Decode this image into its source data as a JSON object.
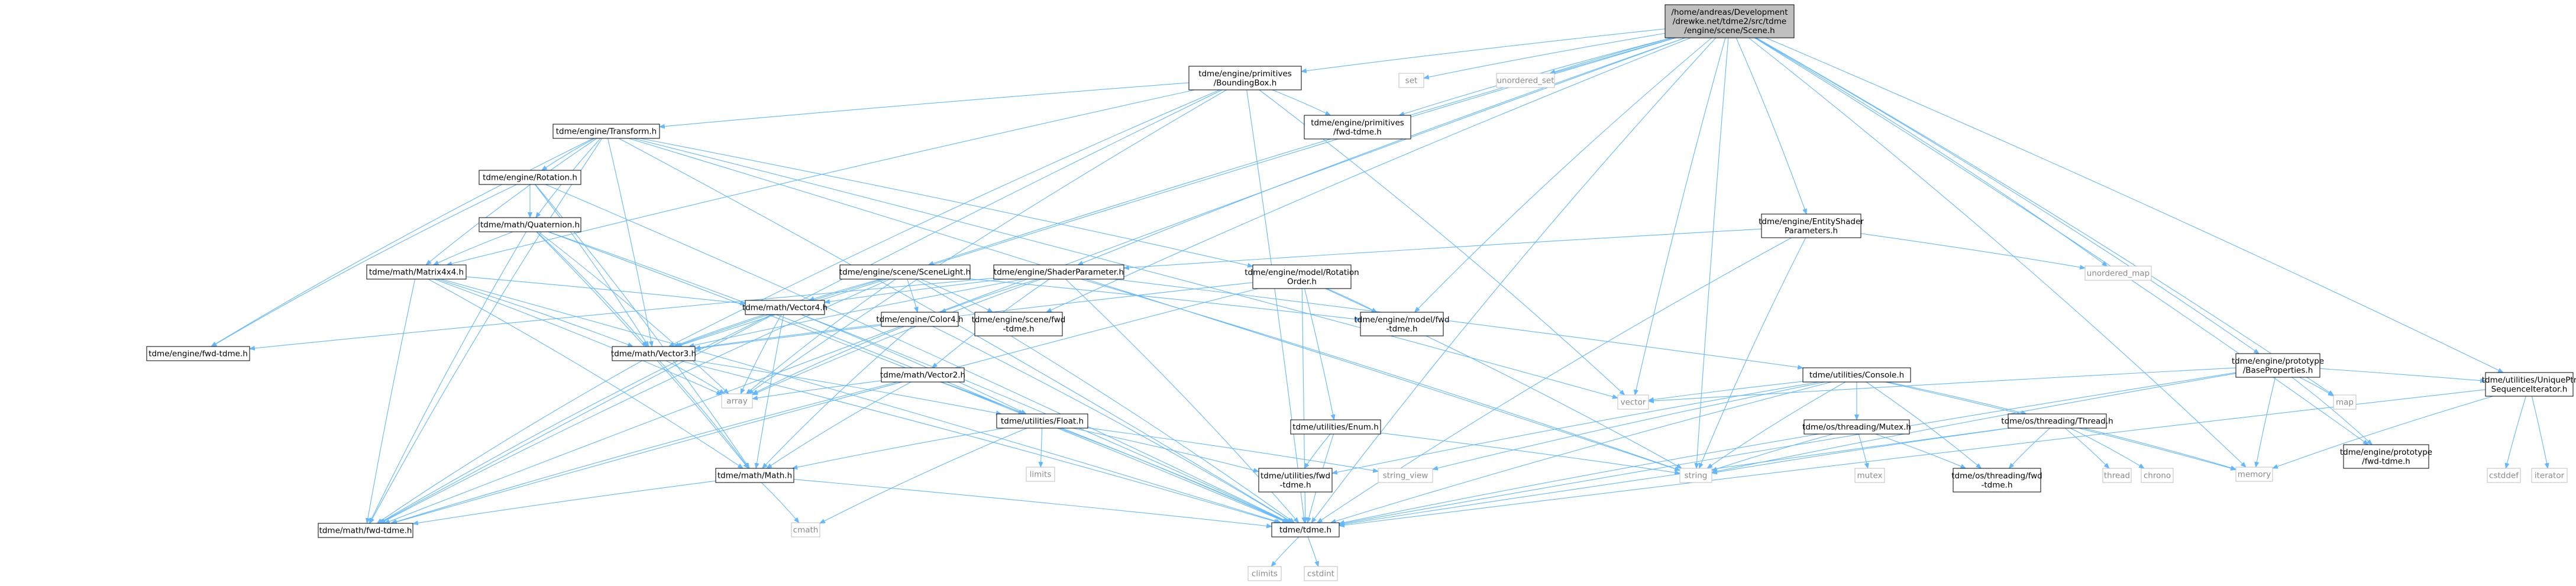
{
  "graph": {
    "nodes": [
      {
        "id": "scene",
        "kind": "root",
        "lines": [
          "/home/andreas/Development",
          "/drewke.net/tdme2/src/tdme",
          "/engine/scene/Scene.h"
        ]
      },
      {
        "id": "bbox",
        "kind": "file",
        "lines": [
          "tdme/engine/primitives",
          "/BoundingBox.h"
        ]
      },
      {
        "id": "set",
        "kind": "ext",
        "lines": [
          "set"
        ]
      },
      {
        "id": "uset",
        "kind": "ext",
        "lines": [
          "unordered_set"
        ]
      },
      {
        "id": "transform",
        "kind": "file",
        "lines": [
          "tdme/engine/Transform.h"
        ]
      },
      {
        "id": "primfwd",
        "kind": "file",
        "lines": [
          "tdme/engine/primitives",
          "/fwd-tdme.h"
        ]
      },
      {
        "id": "rotation",
        "kind": "file",
        "lines": [
          "tdme/engine/Rotation.h"
        ]
      },
      {
        "id": "quaternion",
        "kind": "file",
        "lines": [
          "tdme/math/Quaternion.h"
        ]
      },
      {
        "id": "matrix",
        "kind": "file",
        "lines": [
          "tdme/math/Matrix4x4.h"
        ]
      },
      {
        "id": "scenelight",
        "kind": "file",
        "lines": [
          "tdme/engine/scene/SceneLight.h"
        ]
      },
      {
        "id": "shaderparam",
        "kind": "file",
        "lines": [
          "tdme/engine/ShaderParameter.h"
        ]
      },
      {
        "id": "entityshader",
        "kind": "file",
        "lines": [
          "tdme/engine/EntityShader",
          "Parameters.h"
        ]
      },
      {
        "id": "umap",
        "kind": "ext",
        "lines": [
          "unordered_map"
        ]
      },
      {
        "id": "vector4",
        "kind": "file",
        "lines": [
          "tdme/math/Vector4.h"
        ]
      },
      {
        "id": "color4",
        "kind": "file",
        "lines": [
          "tdme/engine/Color4.h"
        ]
      },
      {
        "id": "scenefwd",
        "kind": "file",
        "lines": [
          "tdme/engine/scene/fwd",
          "-tdme.h"
        ]
      },
      {
        "id": "rotorder",
        "kind": "file",
        "lines": [
          "tdme/engine/model/Rotation",
          "Order.h"
        ]
      },
      {
        "id": "modelfwd",
        "kind": "file",
        "lines": [
          "tdme/engine/model/fwd",
          "-tdme.h"
        ]
      },
      {
        "id": "engfwd",
        "kind": "file",
        "lines": [
          "tdme/engine/fwd-tdme.h"
        ]
      },
      {
        "id": "vector3",
        "kind": "file",
        "lines": [
          "tdme/math/Vector3.h"
        ]
      },
      {
        "id": "vector2",
        "kind": "file",
        "lines": [
          "tdme/math/Vector2.h"
        ]
      },
      {
        "id": "console",
        "kind": "file",
        "lines": [
          "tdme/utilities/Console.h"
        ]
      },
      {
        "id": "baseprops",
        "kind": "file",
        "lines": [
          "tdme/engine/prototype",
          "/BaseProperties.h"
        ]
      },
      {
        "id": "uniqueptr",
        "kind": "file",
        "lines": [
          "tdme/utilities/UniquePtr",
          "SequenceIterator.h"
        ]
      },
      {
        "id": "array",
        "kind": "ext",
        "lines": [
          "array"
        ]
      },
      {
        "id": "float",
        "kind": "file",
        "lines": [
          "tdme/utilities/Float.h"
        ]
      },
      {
        "id": "enum",
        "kind": "file",
        "lines": [
          "tdme/utilities/Enum.h"
        ]
      },
      {
        "id": "vectorstd",
        "kind": "ext",
        "lines": [
          "vector"
        ]
      },
      {
        "id": "mutex_h",
        "kind": "file",
        "lines": [
          "tdme/os/threading/Mutex.h"
        ]
      },
      {
        "id": "thread_h",
        "kind": "file",
        "lines": [
          "tdme/os/threading/Thread.h"
        ]
      },
      {
        "id": "map",
        "kind": "ext",
        "lines": [
          "map"
        ]
      },
      {
        "id": "protofwd",
        "kind": "file",
        "lines": [
          "tdme/engine/prototype",
          "/fwd-tdme.h"
        ]
      },
      {
        "id": "math",
        "kind": "file",
        "lines": [
          "tdme/math/Math.h"
        ]
      },
      {
        "id": "limits",
        "kind": "ext",
        "lines": [
          "limits"
        ]
      },
      {
        "id": "string_view",
        "kind": "ext",
        "lines": [
          "string_view"
        ]
      },
      {
        "id": "utilfwd",
        "kind": "file",
        "lines": [
          "tdme/utilities/fwd",
          "-tdme.h"
        ]
      },
      {
        "id": "string",
        "kind": "ext",
        "lines": [
          "string"
        ]
      },
      {
        "id": "mutex",
        "kind": "ext",
        "lines": [
          "mutex"
        ]
      },
      {
        "id": "threadfwd",
        "kind": "file",
        "lines": [
          "tdme/os/threading/fwd",
          "-tdme.h"
        ]
      },
      {
        "id": "thread",
        "kind": "ext",
        "lines": [
          "thread"
        ]
      },
      {
        "id": "chrono",
        "kind": "ext",
        "lines": [
          "chrono"
        ]
      },
      {
        "id": "memory",
        "kind": "ext",
        "lines": [
          "memory"
        ]
      },
      {
        "id": "cstddef",
        "kind": "ext",
        "lines": [
          "cstddef"
        ]
      },
      {
        "id": "iterator",
        "kind": "ext",
        "lines": [
          "iterator"
        ]
      },
      {
        "id": "mathfwd",
        "kind": "file",
        "lines": [
          "tdme/math/fwd-tdme.h"
        ]
      },
      {
        "id": "cmath",
        "kind": "ext",
        "lines": [
          "cmath"
        ]
      },
      {
        "id": "tdme",
        "kind": "file",
        "lines": [
          "tdme/tdme.h"
        ]
      },
      {
        "id": "climits",
        "kind": "ext",
        "lines": [
          "climits"
        ]
      },
      {
        "id": "cstdint",
        "kind": "ext",
        "lines": [
          "cstdint"
        ]
      }
    ],
    "edges": [
      [
        "scene",
        "bbox"
      ],
      [
        "scene",
        "set"
      ],
      [
        "scene",
        "uset"
      ],
      [
        "scene",
        "primfwd"
      ],
      [
        "scene",
        "scenelight"
      ],
      [
        "scene",
        "shaderparam"
      ],
      [
        "scene",
        "entityshader"
      ],
      [
        "scene",
        "umap"
      ],
      [
        "scene",
        "scenefwd"
      ],
      [
        "scene",
        "modelfwd"
      ],
      [
        "scene",
        "vector3"
      ],
      [
        "scene",
        "vectorstd"
      ],
      [
        "scene",
        "string"
      ],
      [
        "scene",
        "baseprops"
      ],
      [
        "scene",
        "uniqueptr"
      ],
      [
        "scene",
        "map"
      ],
      [
        "scene",
        "protofwd"
      ],
      [
        "scene",
        "memory"
      ],
      [
        "scene",
        "tdme"
      ],
      [
        "scene",
        "mathfwd"
      ],
      [
        "bbox",
        "transform"
      ],
      [
        "bbox",
        "primfwd"
      ],
      [
        "bbox",
        "matrix"
      ],
      [
        "bbox",
        "vector3"
      ],
      [
        "bbox",
        "vectorstd"
      ],
      [
        "bbox",
        "tdme"
      ],
      [
        "bbox",
        "mathfwd"
      ],
      [
        "bbox",
        "array"
      ],
      [
        "transform",
        "rotation"
      ],
      [
        "transform",
        "quaternion"
      ],
      [
        "transform",
        "matrix"
      ],
      [
        "transform",
        "vector3"
      ],
      [
        "transform",
        "rotorder"
      ],
      [
        "transform",
        "engfwd"
      ],
      [
        "transform",
        "vectorstd"
      ],
      [
        "transform",
        "string"
      ],
      [
        "transform",
        "tdme"
      ],
      [
        "transform",
        "mathfwd"
      ],
      [
        "rotation",
        "quaternion"
      ],
      [
        "rotation",
        "vector3"
      ],
      [
        "rotation",
        "engfwd"
      ],
      [
        "rotation",
        "math"
      ],
      [
        "rotation",
        "tdme"
      ],
      [
        "quaternion",
        "matrix"
      ],
      [
        "quaternion",
        "vector3"
      ],
      [
        "quaternion",
        "array"
      ],
      [
        "quaternion",
        "math"
      ],
      [
        "quaternion",
        "float"
      ],
      [
        "quaternion",
        "tdme"
      ],
      [
        "quaternion",
        "mathfwd"
      ],
      [
        "matrix",
        "vector3"
      ],
      [
        "matrix",
        "vector4"
      ],
      [
        "matrix",
        "array"
      ],
      [
        "matrix",
        "math"
      ],
      [
        "matrix",
        "tdme"
      ],
      [
        "matrix",
        "mathfwd"
      ],
      [
        "scenelight",
        "color4"
      ],
      [
        "scenelight",
        "vector3"
      ],
      [
        "scenelight",
        "vector4"
      ],
      [
        "scenelight",
        "scenefwd"
      ],
      [
        "scenelight",
        "array"
      ],
      [
        "scenelight",
        "modelfwd"
      ],
      [
        "scenelight",
        "tdme"
      ],
      [
        "scenelight",
        "mathfwd"
      ],
      [
        "shaderparam",
        "vector2"
      ],
      [
        "shaderparam",
        "vector3"
      ],
      [
        "shaderparam",
        "vector4"
      ],
      [
        "shaderparam",
        "color4"
      ],
      [
        "shaderparam",
        "console"
      ],
      [
        "shaderparam",
        "string"
      ],
      [
        "shaderparam",
        "array"
      ],
      [
        "shaderparam",
        "engfwd"
      ],
      [
        "shaderparam",
        "tdme"
      ],
      [
        "entityshader",
        "shaderparam"
      ],
      [
        "entityshader",
        "umap"
      ],
      [
        "entityshader",
        "string"
      ],
      [
        "entityshader",
        "tdme"
      ],
      [
        "vector4",
        "vector3"
      ],
      [
        "vector4",
        "float"
      ],
      [
        "vector4",
        "math"
      ],
      [
        "vector4",
        "array"
      ],
      [
        "vector4",
        "tdme"
      ],
      [
        "vector4",
        "mathfwd"
      ],
      [
        "color4",
        "array"
      ],
      [
        "color4",
        "math"
      ],
      [
        "color4",
        "tdme"
      ],
      [
        "color4",
        "vector3"
      ],
      [
        "rotorder",
        "vector3"
      ],
      [
        "rotorder",
        "enum"
      ],
      [
        "rotorder",
        "modelfwd"
      ],
      [
        "rotorder",
        "string"
      ],
      [
        "rotorder",
        "tdme"
      ],
      [
        "rotorder",
        "mathfwd"
      ],
      [
        "vector3",
        "array"
      ],
      [
        "vector3",
        "math"
      ],
      [
        "vector3",
        "float"
      ],
      [
        "vector3",
        "tdme"
      ],
      [
        "vector3",
        "mathfwd"
      ],
      [
        "vector2",
        "array"
      ],
      [
        "vector2",
        "math"
      ],
      [
        "vector2",
        "float"
      ],
      [
        "vector2",
        "tdme"
      ],
      [
        "vector2",
        "mathfwd"
      ],
      [
        "console",
        "vectorstd"
      ],
      [
        "console",
        "string"
      ],
      [
        "console",
        "string_view"
      ],
      [
        "console",
        "mutex_h"
      ],
      [
        "console",
        "thread_h"
      ],
      [
        "console",
        "memory"
      ],
      [
        "console",
        "threadfwd"
      ],
      [
        "console",
        "utilfwd"
      ],
      [
        "console",
        "tdme"
      ],
      [
        "baseprops",
        "vectorstd"
      ],
      [
        "baseprops",
        "map"
      ],
      [
        "baseprops",
        "memory"
      ],
      [
        "baseprops",
        "string"
      ],
      [
        "baseprops",
        "protofwd"
      ],
      [
        "baseprops",
        "uniqueptr"
      ],
      [
        "baseprops",
        "tdme"
      ],
      [
        "uniqueptr",
        "cstddef"
      ],
      [
        "uniqueptr",
        "iterator"
      ],
      [
        "uniqueptr",
        "memory"
      ],
      [
        "uniqueptr",
        "tdme"
      ],
      [
        "float",
        "math"
      ],
      [
        "float",
        "limits"
      ],
      [
        "float",
        "string_view"
      ],
      [
        "float",
        "utilfwd"
      ],
      [
        "float",
        "tdme"
      ],
      [
        "float",
        "cmath"
      ],
      [
        "enum",
        "string"
      ],
      [
        "enum",
        "utilfwd"
      ],
      [
        "enum",
        "tdme"
      ],
      [
        "mutex_h",
        "mutex"
      ],
      [
        "mutex_h",
        "string"
      ],
      [
        "mutex_h",
        "threadfwd"
      ],
      [
        "mutex_h",
        "tdme"
      ],
      [
        "thread_h",
        "thread"
      ],
      [
        "thread_h",
        "chrono"
      ],
      [
        "thread_h",
        "string"
      ],
      [
        "thread_h",
        "threadfwd"
      ],
      [
        "thread_h",
        "memory"
      ],
      [
        "thread_h",
        "tdme"
      ],
      [
        "math",
        "mathfwd"
      ],
      [
        "math",
        "cmath"
      ],
      [
        "math",
        "tdme"
      ],
      [
        "tdme",
        "climits"
      ],
      [
        "tdme",
        "cstdint"
      ]
    ]
  }
}
